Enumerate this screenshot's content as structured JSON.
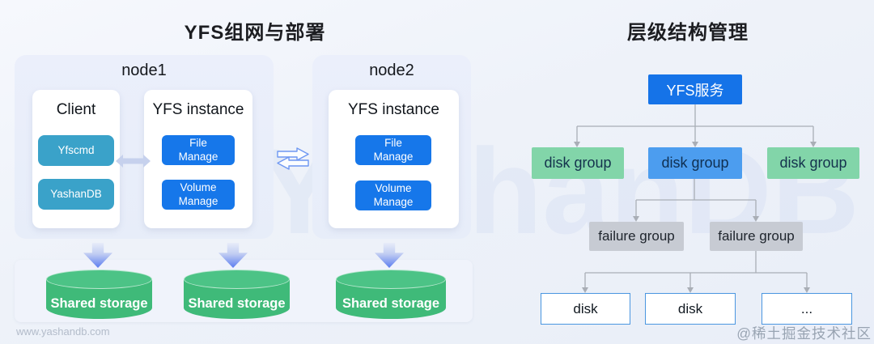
{
  "deployment": {
    "title": "YFS组网与部署",
    "node1": {
      "label": "node1",
      "client": {
        "title": "Client",
        "buttons": [
          "Yfscmd",
          "YashanDB"
        ]
      },
      "instance": {
        "title": "YFS instance",
        "buttons": [
          "File Manage",
          "Volume Manage"
        ]
      }
    },
    "node2": {
      "label": "node2",
      "instance": {
        "title": "YFS instance",
        "buttons": [
          "File Manage",
          "Volume Manage"
        ]
      }
    },
    "storages": [
      "Shared storage",
      "Shared storage",
      "Shared storage"
    ]
  },
  "hierarchy": {
    "title": "层级结构管理",
    "root": "YFS服务",
    "disk_groups": [
      "disk group",
      "disk group",
      "disk group"
    ],
    "failure_groups": [
      "failure group",
      "failure group"
    ],
    "disks": [
      "disk",
      "disk",
      "..."
    ]
  },
  "watermarks": {
    "site": "www.yashandb.com",
    "brand": "YashanDB",
    "community": "@稀土掘金技术社区"
  },
  "colors": {
    "primary_blue": "#1677ea",
    "tree_root_blue": "#1573e8",
    "light_blue": "#4c9def",
    "teal": "#3aa2c9",
    "cylinder_green": "#3fba79",
    "mint_green": "#82d5a9",
    "gray_box": "#c7cbd3",
    "node_bg": "#e9eefa",
    "connector_gray": "#a9aeb6"
  }
}
